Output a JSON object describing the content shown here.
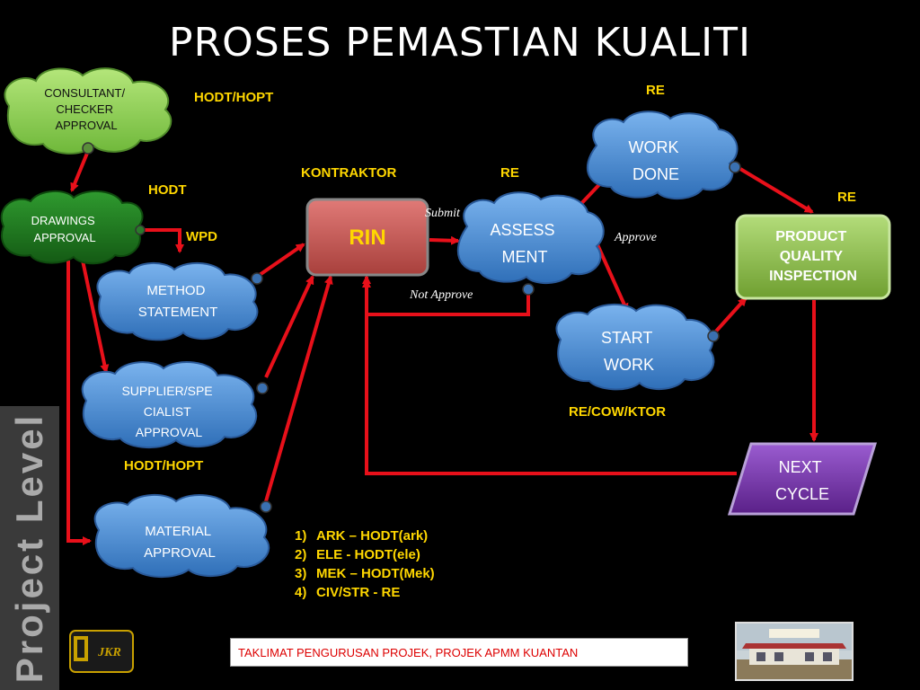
{
  "title": "PROSES PEMASTIAN KUALITI",
  "sidebar_label": "Project Level",
  "nodes": {
    "consultant": [
      "CONSULTANT/",
      "CHECKER",
      "APPROVAL"
    ],
    "drawings": [
      "DRAWINGS",
      "APPROVAL"
    ],
    "method": [
      "METHOD",
      "STATEMENT"
    ],
    "supplier": [
      "SUPPLIER/SPE",
      "CIALIST",
      "APPROVAL"
    ],
    "material": [
      "MATERIAL",
      "APPROVAL"
    ],
    "rin": "RIN",
    "assess": [
      "ASSESS",
      "MENT"
    ],
    "work_done": [
      "WORK",
      "DONE"
    ],
    "start_work": [
      "START",
      "WORK"
    ],
    "product": [
      "PRODUCT",
      "QUALITY",
      "INSPECTION"
    ],
    "next_cycle": [
      "NEXT",
      "CYCLE"
    ]
  },
  "roles": {
    "hodt_hopt_top": "HODT/HOPT",
    "hodt": "HODT",
    "wpd": "WPD",
    "kontraktor": "KONTRAKTOR",
    "re_assess": "RE",
    "re_top": "RE",
    "re_right": "RE",
    "hodt_hopt_bottom": "HODT/HOPT",
    "re_cow_ktor": "RE/COW/KTOR"
  },
  "captions": {
    "submit": "Submit",
    "approve": "Approve",
    "not_approve": "Not Approve"
  },
  "material_list": [
    {
      "num": "1)",
      "text": "ARK – HODT(ark)"
    },
    {
      "num": "2)",
      "text": "ELE -  HODT(ele)"
    },
    {
      "num": "3)",
      "text": "MEK – HODT(Mek)"
    },
    {
      "num": "4)",
      "text": "CIV/STR - RE"
    }
  ],
  "footer": "TAKLIMAT PENGURUSAN PROJEK, PROJEK APMM KUANTAN",
  "logo_text": "JKR",
  "colors": {
    "arrow": "#e8101a",
    "blue_cloud": "#4a8fd6",
    "green_cloud": "#8fd14f",
    "dark_green_cloud": "#1f7a1f",
    "rin_box": "#c0504d",
    "product_box": "#8fbf45",
    "next_cycle": "#7030a0",
    "role_text": "#ffd700"
  }
}
